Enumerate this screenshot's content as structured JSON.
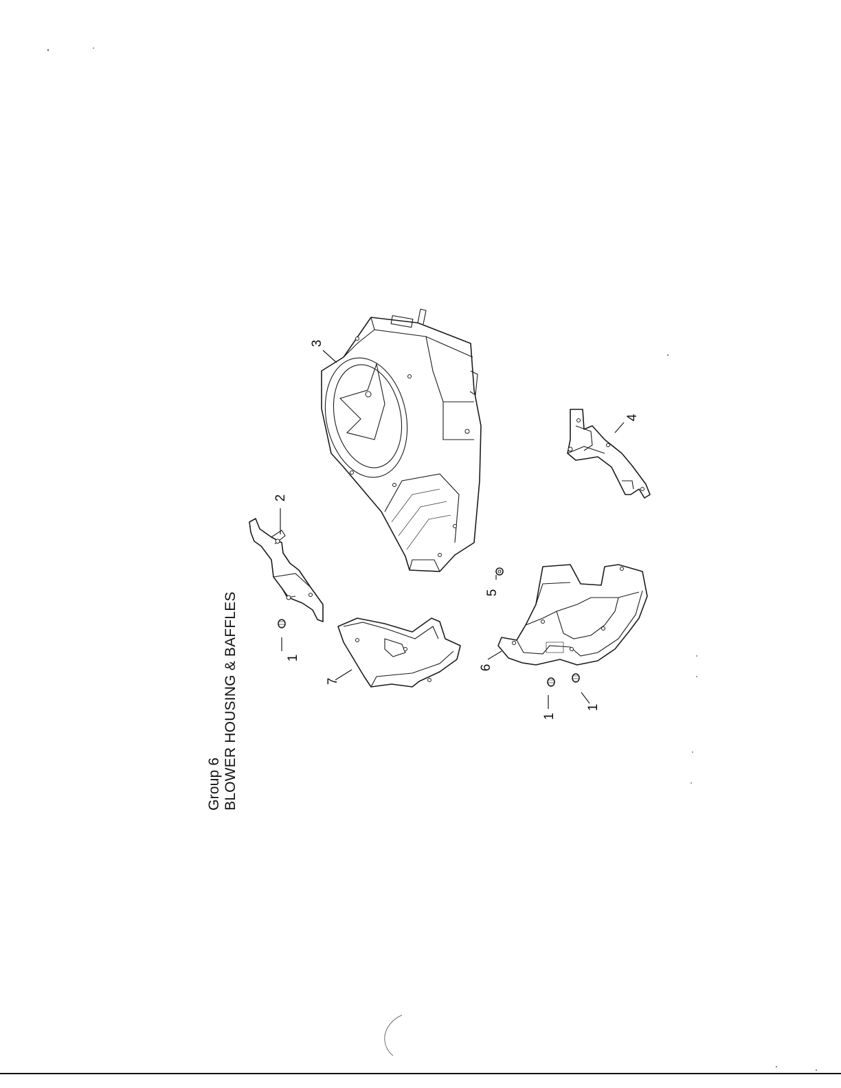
{
  "title": {
    "group": "Group 6",
    "name": "BLOWER HOUSING & BAFFLES"
  },
  "callouts": {
    "c1a": "1",
    "c1b": "1",
    "c1c": "1",
    "c2": "2",
    "c3": "3",
    "c4": "4",
    "c5": "5",
    "c6": "6",
    "c7": "7"
  },
  "icons": {
    "blower_housing": "blower-housing-icon",
    "baffle_2": "baffle-bracket-icon",
    "baffle_4": "baffle-bracket-icon",
    "baffle_6": "baffle-icon",
    "baffle_7": "baffle-icon",
    "screw": "screw-icon",
    "nut": "nut-icon"
  }
}
